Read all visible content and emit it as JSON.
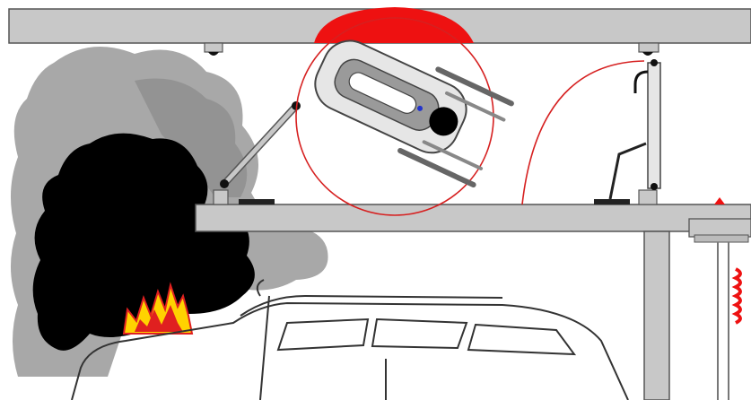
{
  "diagram": {
    "type": "illustration",
    "colors": {
      "background": "#ffffff",
      "concrete": "#c8c8c8",
      "concrete_outline": "#555555",
      "smoke_light": "#a8a8a8",
      "smoke_dark": "#8a8a8a",
      "black_smoke": "#000000",
      "flame_outer": "#ffd200",
      "flame_inner": "#e02020",
      "accent_red": "#ee1111",
      "swing_arc": "#d62020",
      "panel_grey": "#9a9a9a",
      "vehicle_outline": "#333333"
    },
    "icons": [
      "ceiling-slab",
      "floor-slab",
      "support-column",
      "smoke-cloud",
      "black-smoke",
      "fire-flame",
      "rotating-panel",
      "swing-arc",
      "vent-hatch",
      "car-outline",
      "wall-bracket"
    ]
  }
}
